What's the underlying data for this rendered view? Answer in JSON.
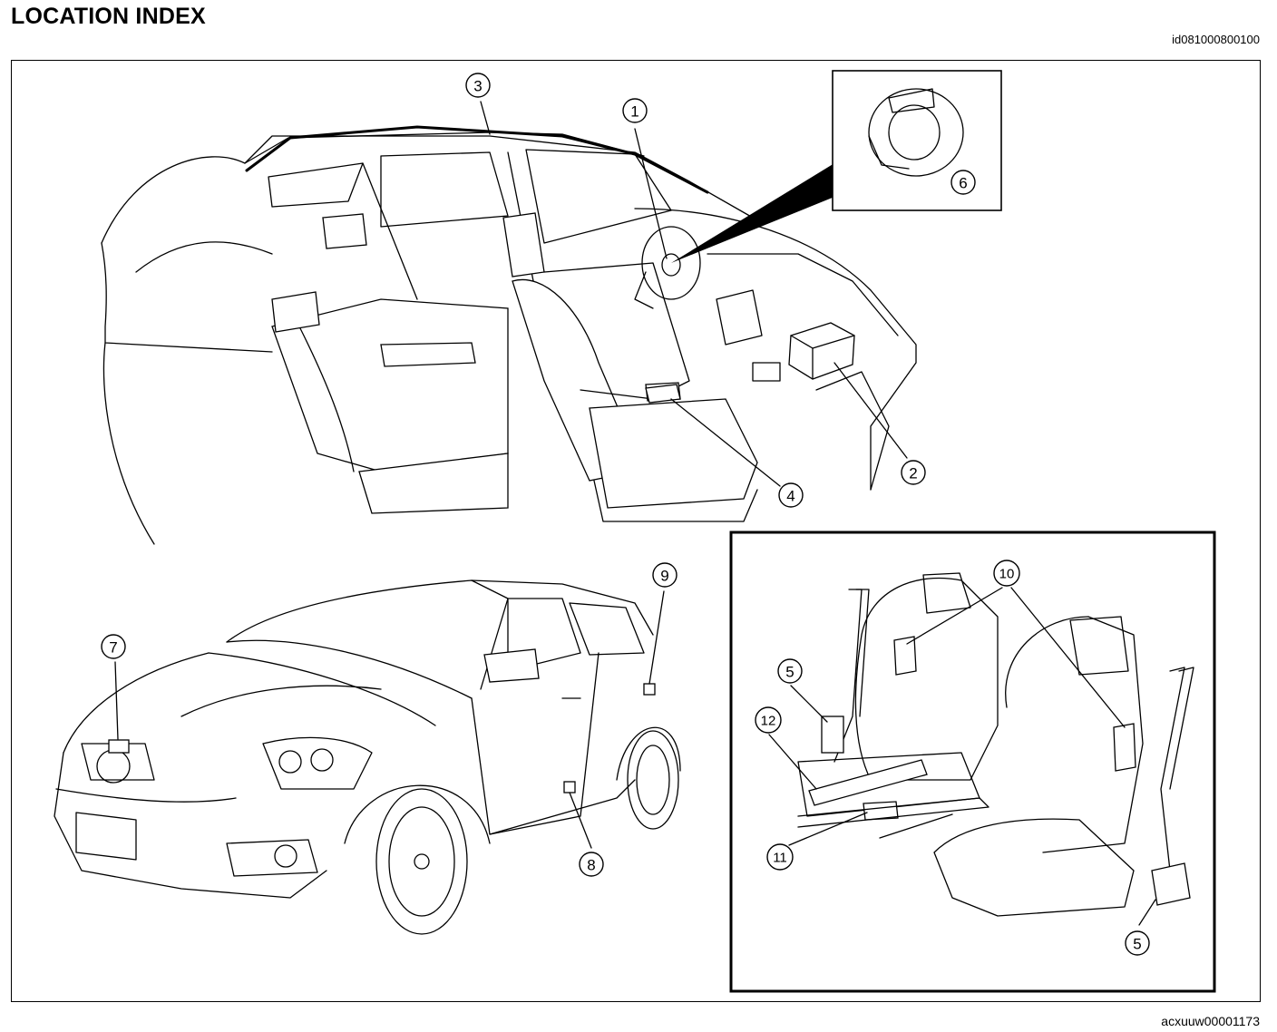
{
  "header": {
    "title": "LOCATION INDEX",
    "doc_id": "id081000800100"
  },
  "footer": {
    "figure_id": "acxuuw00001173"
  },
  "callouts": [
    "1",
    "2",
    "3",
    "4",
    "5",
    "6",
    "7",
    "8",
    "9",
    "10",
    "11",
    "12"
  ]
}
